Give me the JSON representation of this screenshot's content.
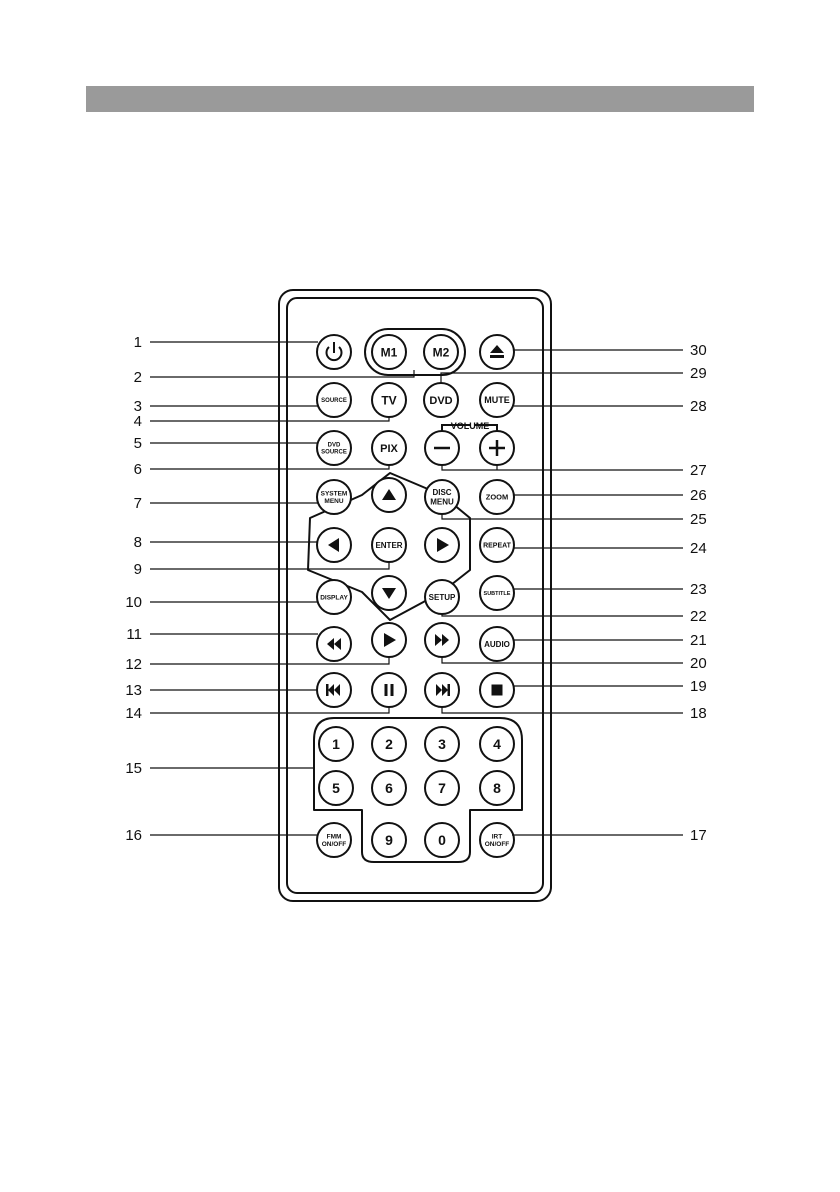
{
  "header": {
    "title": ""
  },
  "remote": {
    "volume_label": "VOLUME",
    "buttons": {
      "power": "power-icon",
      "m1": "M1",
      "m2": "M2",
      "eject": "eject-icon",
      "source": "SOURCE",
      "tv": "TV",
      "dvd": "DVD",
      "mute": "MUTE",
      "dvd_source": [
        "DVD",
        "SOURCE"
      ],
      "pix": "PIX",
      "vol_minus": "minus-icon",
      "vol_plus": "plus-icon",
      "system_menu": [
        "SYSTEM",
        "MENU"
      ],
      "up": "up-arrow-icon",
      "disc_menu": [
        "DISC",
        "MENU"
      ],
      "zoom": "ZOOM",
      "left": "left-arrow-icon",
      "enter": "ENTER",
      "right": "right-arrow-icon",
      "repeat": "REPEAT",
      "down": "down-arrow-icon",
      "display": "DISPLAY",
      "setup": "SETUP",
      "subtitle": "SUBTITLE",
      "rewind": "rewind-icon",
      "play": "play-icon",
      "fast_forward": "fast-forward-icon",
      "audio": "AUDIO",
      "prev": "previous-track-icon",
      "pause": "pause-icon",
      "next": "next-track-icon",
      "stop": "stop-icon",
      "num_1": "1",
      "num_2": "2",
      "num_3": "3",
      "num_4": "4",
      "num_5": "5",
      "num_6": "6",
      "num_7": "7",
      "num_8": "8",
      "num_9": "9",
      "num_0": "0",
      "fmm": [
        "FMM",
        "ON/OFF"
      ],
      "irt": [
        "IRT",
        "ON/OFF"
      ]
    },
    "callouts": [
      "1",
      "2",
      "3",
      "4",
      "5",
      "6",
      "7",
      "8",
      "9",
      "10",
      "11",
      "12",
      "13",
      "14",
      "15",
      "16",
      "17",
      "18",
      "19",
      "20",
      "21",
      "22",
      "23",
      "24",
      "25",
      "26",
      "27",
      "28",
      "29",
      "30"
    ]
  }
}
